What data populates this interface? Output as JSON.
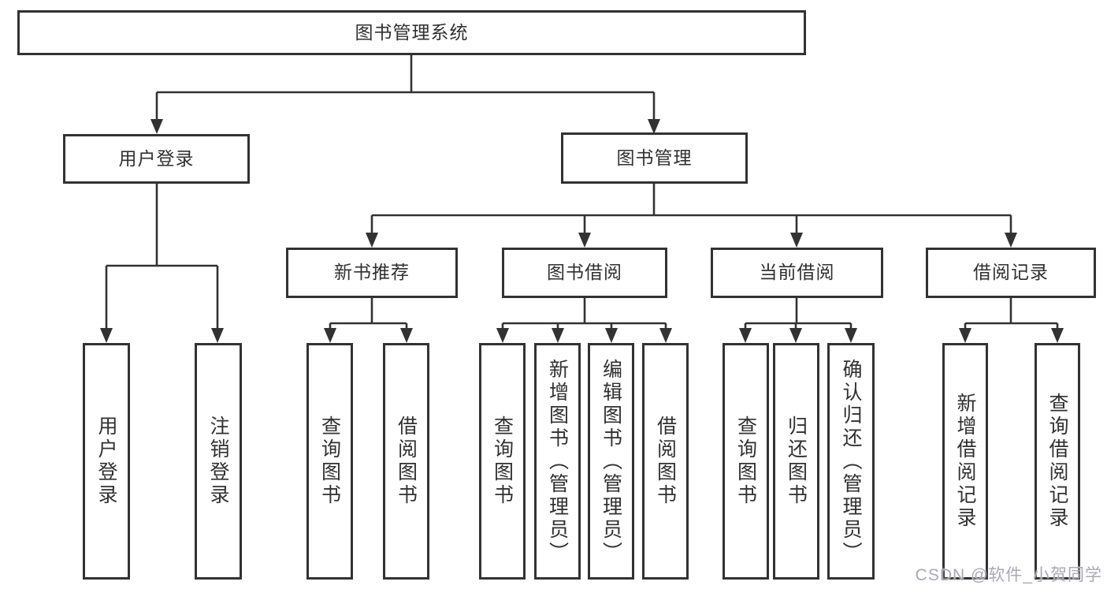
{
  "tree": {
    "label": "图书管理系统",
    "children": [
      {
        "label": "用户登录",
        "children": [
          {
            "label": "用户登录"
          },
          {
            "label": "注销登录"
          }
        ]
      },
      {
        "label": "图书管理",
        "children": [
          {
            "label": "新书推荐",
            "children": [
              {
                "label": "查询图书"
              },
              {
                "label": "借阅图书"
              }
            ]
          },
          {
            "label": "图书借阅",
            "children": [
              {
                "label": "查询图书"
              },
              {
                "label": "新增图书（管理员）"
              },
              {
                "label": "编辑图书（管理员）"
              },
              {
                "label": "借阅图书"
              }
            ]
          },
          {
            "label": "当前借阅",
            "children": [
              {
                "label": "查询图书"
              },
              {
                "label": "归还图书"
              },
              {
                "label": "确认归还（管理员）"
              }
            ]
          },
          {
            "label": "借阅记录",
            "children": [
              {
                "label": "新增借阅记录"
              },
              {
                "label": "查询借阅记录"
              }
            ]
          }
        ]
      }
    ]
  },
  "watermark": {
    "text": "CSDN @软件_小贺同学"
  },
  "colors": {
    "line": "#323232",
    "box_border": "#323232",
    "text": "#303030",
    "background": "#ffffff",
    "watermark": "#a8a9b2"
  }
}
